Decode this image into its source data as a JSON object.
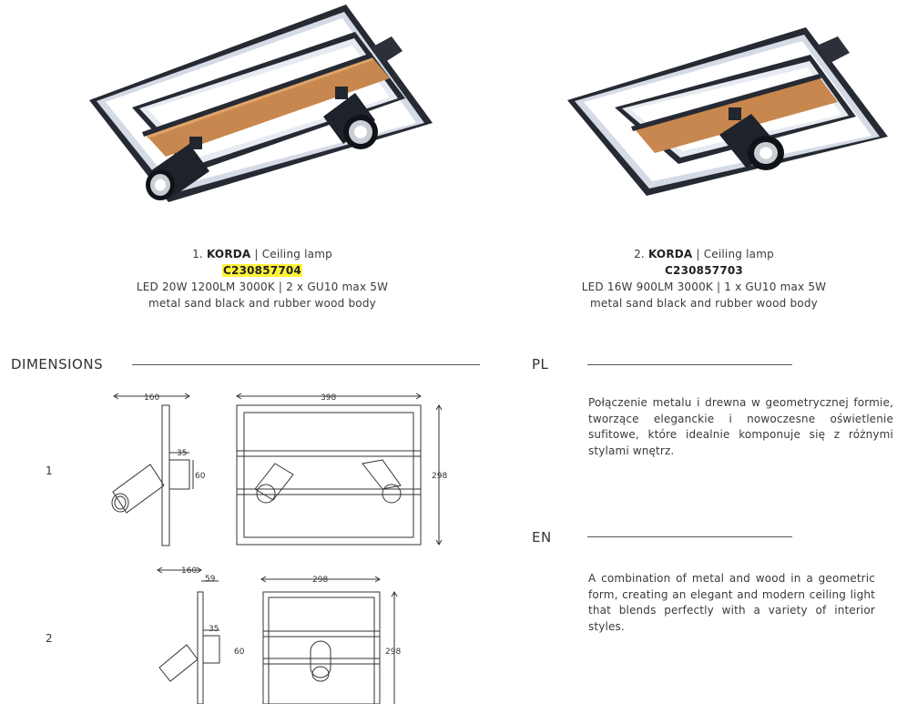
{
  "products": [
    {
      "number": "1.",
      "name": "KORDA",
      "separator": " | ",
      "type": "Ceiling lamp",
      "code": "C230857704",
      "spec": "LED 20W 1200LM 3000K | 2 x GU10 max 5W",
      "finish": "metal sand black and rubber wood body"
    },
    {
      "number": "2.",
      "name": "KORDA",
      "separator": " | ",
      "type": "Ceiling lamp",
      "code": "C230857703",
      "spec": "LED 16W 900LM 3000K | 1 x GU10 max 5W",
      "finish": "metal sand black and rubber wood body"
    }
  ],
  "dimensions": {
    "title": "DIMENSIONS",
    "rows": [
      {
        "label": "1",
        "side_width": "160",
        "depth": "35",
        "height": "60",
        "front_width": "398",
        "front_height": "298"
      },
      {
        "label": "2",
        "side_width": "160",
        "offset": "59",
        "depth": "35",
        "height": "60",
        "front_width": "298",
        "front_height": "298"
      }
    ]
  },
  "descriptions": [
    {
      "lang": "PL",
      "text": "Połączenie metalu i drewna w geometrycznej formie, tworzące eleganckie i nowoczesne oświetlenie sufitowe, które idealnie komponuje się z różnymi stylami wnętrz."
    },
    {
      "lang": "EN",
      "text": "A combination of metal and wood in a geometric form, creating an elegant and modern ceiling light that blends perfectly with a variety of interior styles."
    }
  ],
  "colors": {
    "frame_dark": "#262a33",
    "frame_light": "#d8dde8",
    "wood": "#c8874e",
    "highlight": "#fff23a",
    "line": "#555555"
  }
}
